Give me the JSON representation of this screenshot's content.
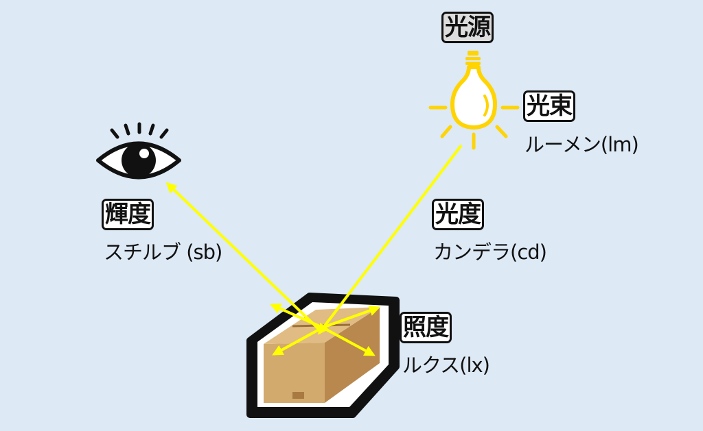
{
  "labels": {
    "light_source": "光源",
    "luminous_flux": {
      "title": "光束",
      "unit": "ルーメン(lm)"
    },
    "luminous_intensity": {
      "title": "光度",
      "unit": "カンデラ(cd)"
    },
    "luminance": {
      "title": "輝度",
      "unit": "スチルブ (sb)"
    },
    "illuminance": {
      "title": "照度",
      "unit": "ルクス(lx)"
    }
  },
  "icons": {
    "light_source": "light-bulb-icon",
    "observer": "eye-icon",
    "illuminated_object": "cardboard-box-icon"
  },
  "colors": {
    "background": "#dde9f5",
    "light_rays": "#ffff00",
    "bulb": "#ffd400",
    "box": "#c8a064",
    "outline": "#111111"
  }
}
